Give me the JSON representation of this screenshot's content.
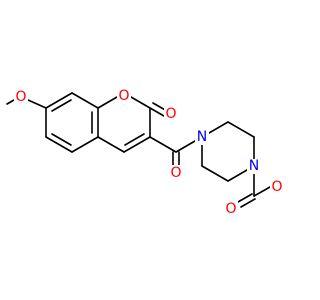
{
  "molecule": {
    "colors": {
      "bond": "#000000",
      "oxygen": "#ff0000",
      "nitrogen": "#0000ff"
    },
    "atoms": {
      "methoxy_o": "O",
      "ring_o": "O",
      "lactone_carbonyl_o": "O",
      "amide_o": "O",
      "piperazine_n1": "N",
      "piperazine_n4": "N",
      "carbamate_carbonyl_o": "O",
      "ester_o": "O"
    }
  }
}
